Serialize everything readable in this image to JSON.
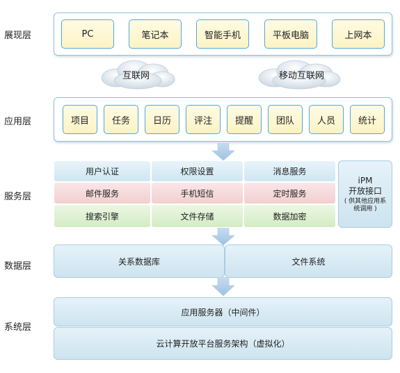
{
  "layers": {
    "presentation": "展现层",
    "application": "应用层",
    "service": "服务层",
    "data": "数据层",
    "system": "系统层"
  },
  "devices": [
    "PC",
    "笔记本",
    "智能手机",
    "平板电脑",
    "上网本"
  ],
  "networks": [
    "互联网",
    "移动互联网"
  ],
  "apps": [
    "项目",
    "任务",
    "日历",
    "评注",
    "提醒",
    "团队",
    "人员",
    "统计"
  ],
  "services": {
    "row1": [
      "用户认证",
      "权限设置",
      "消息服务"
    ],
    "row2": [
      "邮件服务",
      "手机短信",
      "定时服务"
    ],
    "row3": [
      "搜索引擎",
      "文件存储",
      "数据加密"
    ],
    "api": {
      "title_line1": "iPM",
      "title_line2": "开放接口",
      "note": "( 供其他应用系统调用 )"
    }
  },
  "data_stores": [
    "关系数据库",
    "文件系统"
  ],
  "system": {
    "app_server": "应用服务器（中间件）",
    "cloud": "云计算开放平台服务架构（虚拟化）"
  },
  "colors": {
    "panel_border": "#8fc0dc",
    "device_fill": "#fcf3c4",
    "service_blue": "#cfe6f2",
    "service_pink": "#f1cfcf",
    "service_green": "#d3ecc4",
    "arrow": "#a9c9e6"
  }
}
